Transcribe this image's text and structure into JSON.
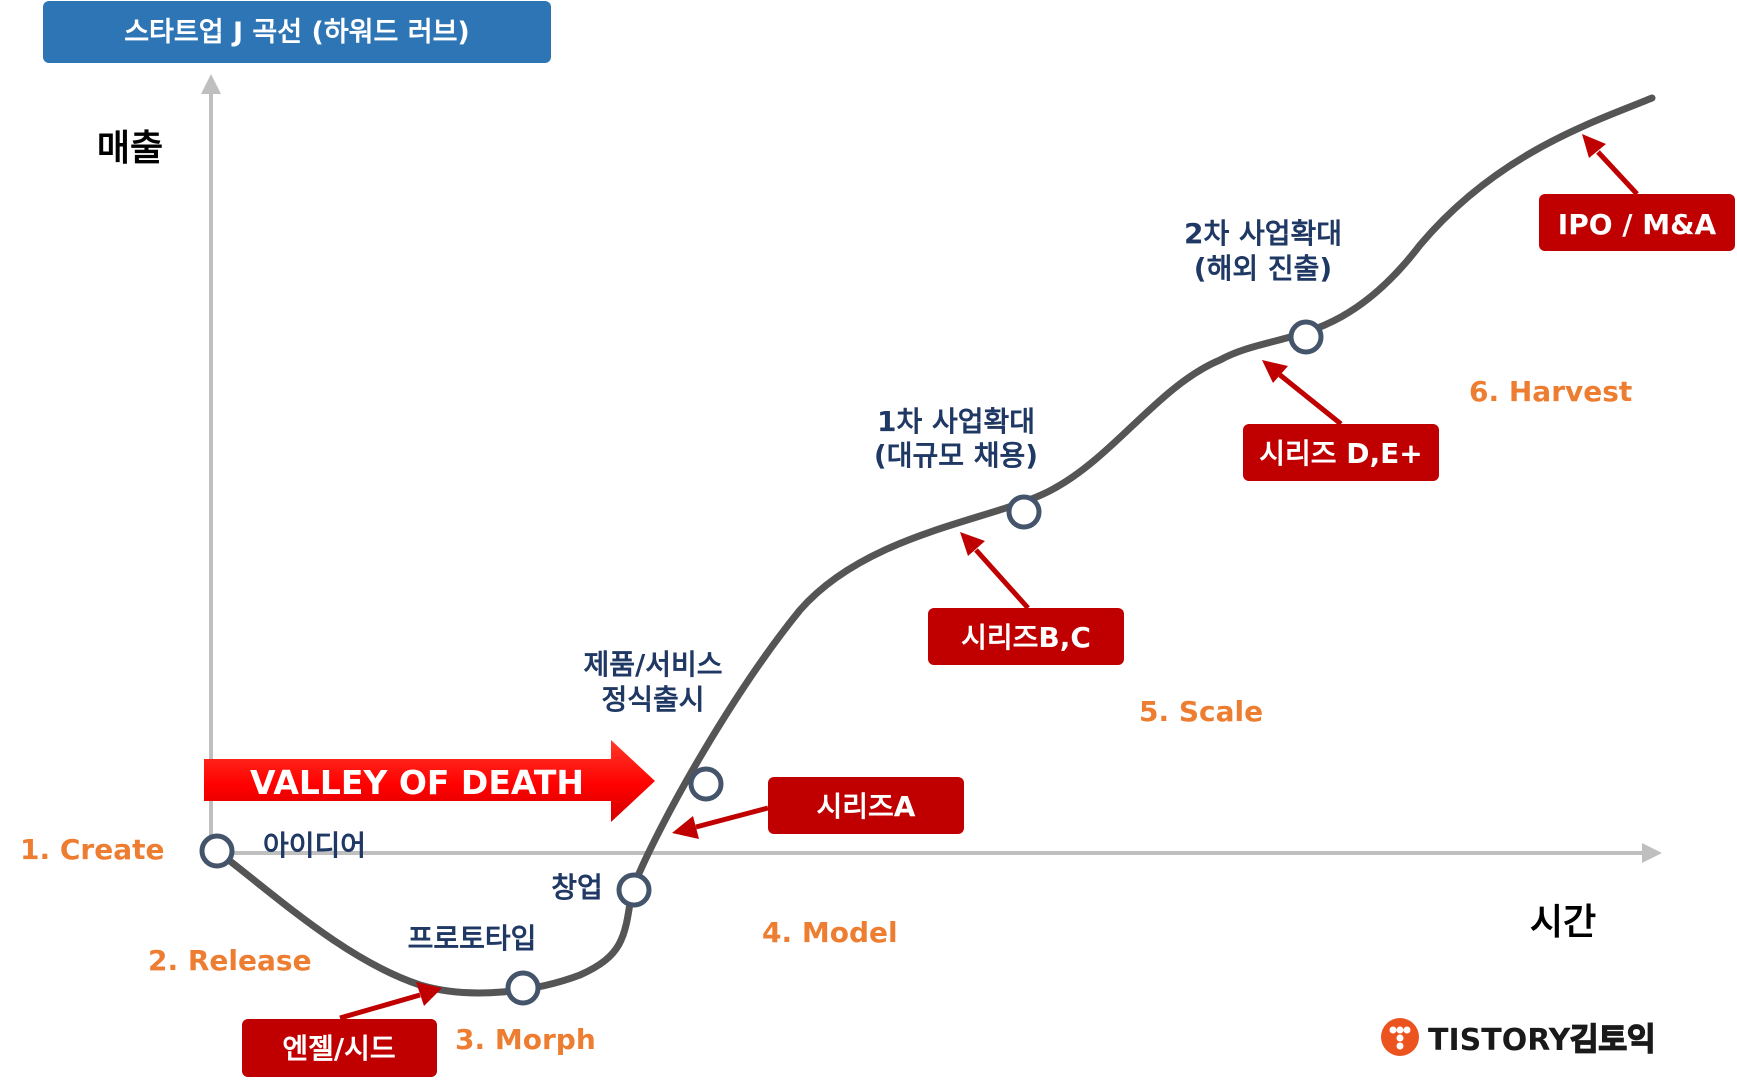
{
  "title": "스타트업 J 곡선 (하워드 러브)",
  "axes": {
    "y_label": "매출",
    "x_label": "시간"
  },
  "stages": [
    "1. Create",
    "2. Release",
    "3. Morph",
    "4. Model",
    "5. Scale",
    "6. Harvest"
  ],
  "milestones": {
    "idea": "아이디어",
    "prototype": "프로토타입",
    "founding": "창업",
    "launch_line1": "제품/서비스",
    "launch_line2": "정식출시",
    "expand1_line1": "1차 사업확대",
    "expand1_line2": "(대규모 채용)",
    "expand2_line1": "2차 사업확대",
    "expand2_line2": "(해외 진출)"
  },
  "valley_label": "VALLEY OF DEATH",
  "funding": {
    "seed": "엔젤/시드",
    "series_a": "시리즈A",
    "series_bc": "시리즈B,C",
    "series_de": "시리즈 D,E+",
    "exit": "IPO / M&A"
  },
  "watermark": {
    "brand": "TISTORY",
    "author": "김토익"
  },
  "colors": {
    "title_bar": "#2E75B6",
    "curve": "#555555",
    "axis": "#BFBFBF",
    "stage_text": "#ED7D31",
    "milestone_text": "#1F3864",
    "funding_box": "#C00000",
    "valley_arrow": "#FF0000",
    "brand": "#EB531F"
  }
}
